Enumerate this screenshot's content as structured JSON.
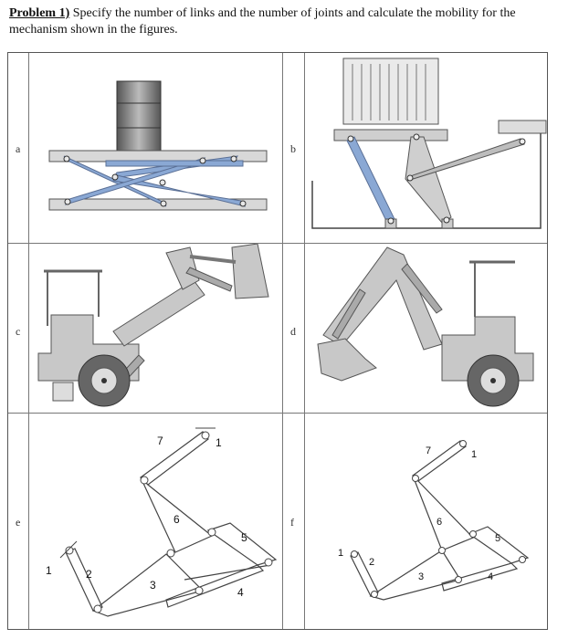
{
  "problem": {
    "number": "Problem 1)",
    "text": " Specify the number of links and the number of joints and calculate the mobility for the mechanism shown in the figures."
  },
  "labels": [
    "a",
    "b",
    "c",
    "d",
    "e",
    "f"
  ],
  "figure_e": {
    "link_numbers": [
      "1",
      "2",
      "3",
      "4",
      "5",
      "6",
      "7",
      "1"
    ]
  },
  "figure_f": {
    "link_numbers": [
      "1",
      "2",
      "3",
      "4",
      "5",
      "6",
      "7",
      "1"
    ]
  },
  "colors": {
    "link_blue": "#8aa8d4",
    "machine_gray": "#c8c8c8",
    "outline": "#555555"
  }
}
